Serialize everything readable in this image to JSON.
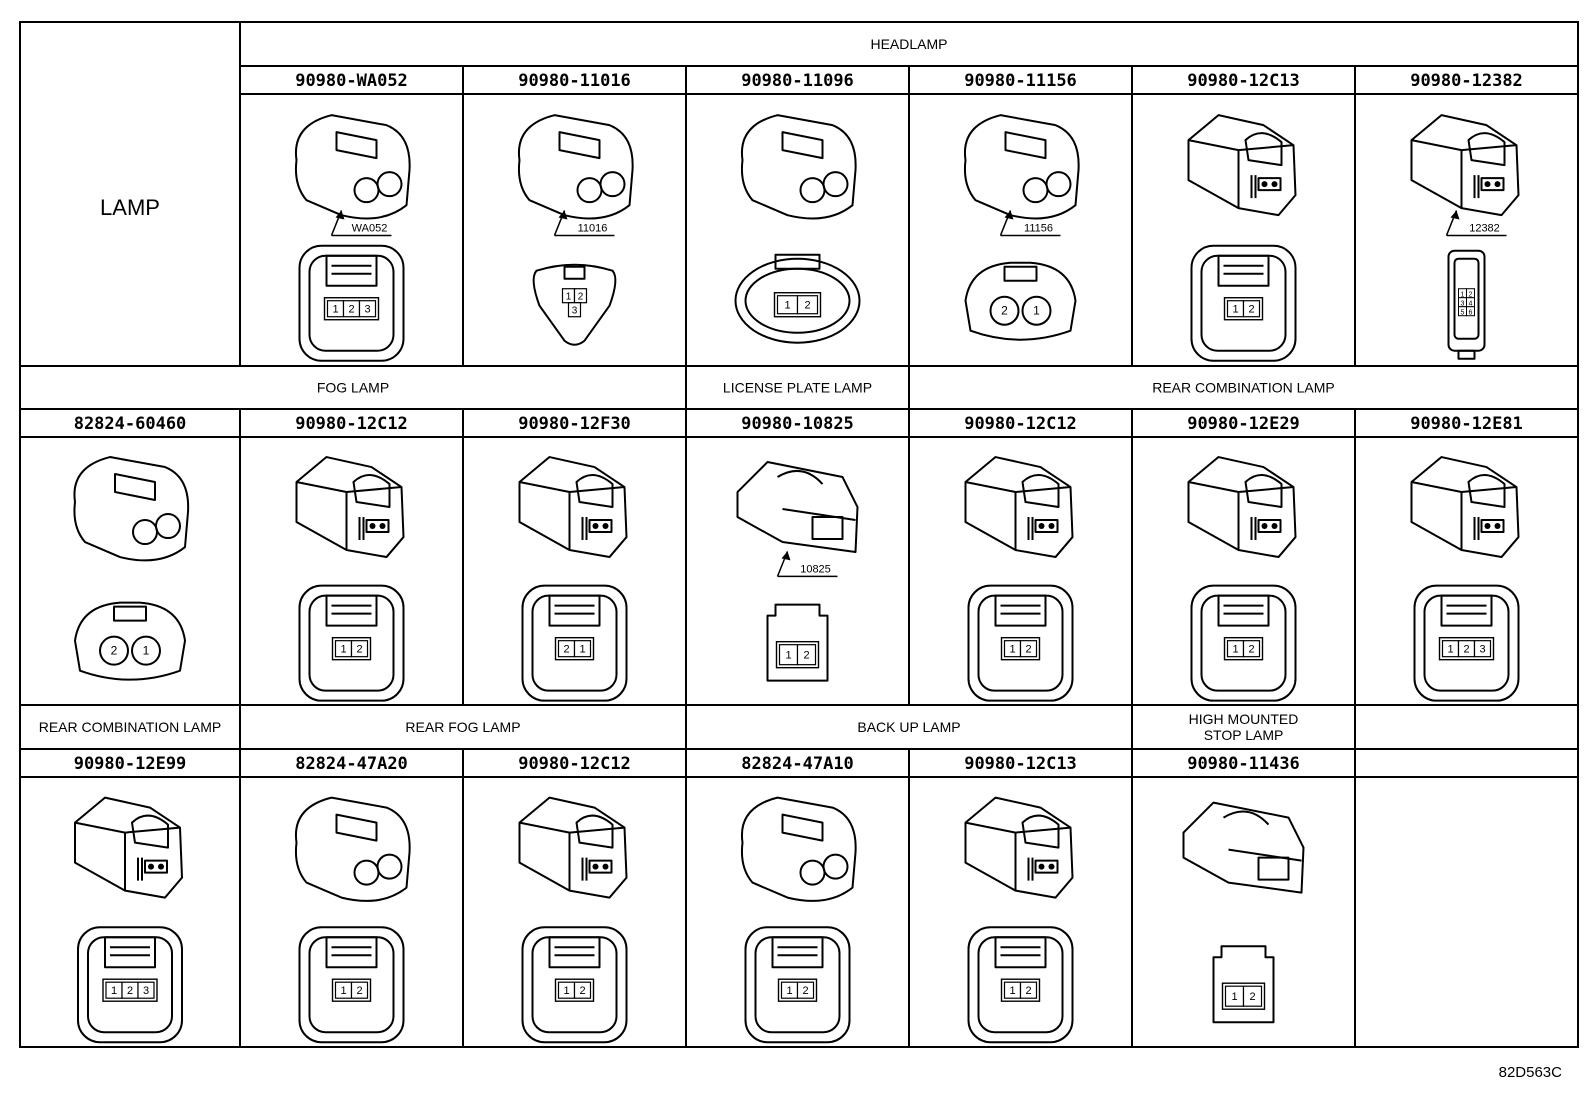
{
  "lamp_label": "LAMP",
  "drawing_code": "82D563C",
  "rows": [
    {
      "groups": [
        {
          "label": "",
          "span": [
            0,
            0
          ]
        },
        {
          "label": "HEADLAMP",
          "span": [
            1,
            6
          ]
        }
      ],
      "cells": [
        {
          "part": "",
          "pins": []
        },
        {
          "part": "90980-WA052",
          "pins": [
            "1",
            "2",
            "3"
          ],
          "callout": "WA052"
        },
        {
          "part": "90980-11016",
          "pins": [
            "1",
            "2",
            "3"
          ],
          "callout": "11016"
        },
        {
          "part": "90980-11096",
          "pins": [
            "1",
            "2"
          ]
        },
        {
          "part": "90980-11156",
          "pins": [
            "2",
            "1"
          ],
          "callout": "11156"
        },
        {
          "part": "90980-12C13",
          "pins": [
            "1",
            "2"
          ]
        },
        {
          "part": "90980-12382",
          "pins": [
            "1",
            "2",
            "3",
            "4",
            "5",
            "6"
          ],
          "callout": "12382"
        }
      ]
    },
    {
      "groups": [
        {
          "label": "FOG LAMP",
          "span": [
            0,
            2
          ]
        },
        {
          "label": "LICENSE PLATE LAMP",
          "span": [
            3,
            3
          ]
        },
        {
          "label": "REAR COMBINATION LAMP",
          "span": [
            4,
            6
          ]
        }
      ],
      "cells": [
        {
          "part": "82824-60460",
          "pins": [
            "2",
            "1"
          ]
        },
        {
          "part": "90980-12C12",
          "pins": [
            "1",
            "2"
          ]
        },
        {
          "part": "90980-12F30",
          "pins": [
            "2",
            "1"
          ]
        },
        {
          "part": "90980-10825",
          "pins": [
            "1",
            "2"
          ],
          "callout": "10825"
        },
        {
          "part": "90980-12C12",
          "pins": [
            "1",
            "2"
          ]
        },
        {
          "part": "90980-12E29",
          "pins": [
            "1",
            "2"
          ]
        },
        {
          "part": "90980-12E81",
          "pins": [
            "1",
            "2",
            "3"
          ]
        }
      ]
    },
    {
      "groups": [
        {
          "label": "REAR COMBINATION LAMP",
          "span": [
            0,
            0
          ]
        },
        {
          "label": "REAR FOG LAMP",
          "span": [
            1,
            2
          ]
        },
        {
          "label": "BACK UP LAMP",
          "span": [
            3,
            4
          ]
        },
        {
          "label": "HIGH MOUNTED\nSTOP LAMP",
          "span": [
            5,
            5
          ]
        },
        {
          "label": "",
          "span": [
            6,
            6
          ]
        }
      ],
      "cells": [
        {
          "part": "90980-12E99",
          "pins": [
            "1",
            "2",
            "3"
          ]
        },
        {
          "part": "82824-47A20",
          "pins": [
            "1",
            "2"
          ]
        },
        {
          "part": "90980-12C12",
          "pins": [
            "1",
            "2"
          ]
        },
        {
          "part": "82824-47A10",
          "pins": [
            "1",
            "2"
          ]
        },
        {
          "part": "90980-12C13",
          "pins": [
            "1",
            "2"
          ]
        },
        {
          "part": "90980-11436",
          "pins": [
            "1",
            "2"
          ]
        },
        {
          "part": "",
          "pins": []
        }
      ]
    }
  ]
}
